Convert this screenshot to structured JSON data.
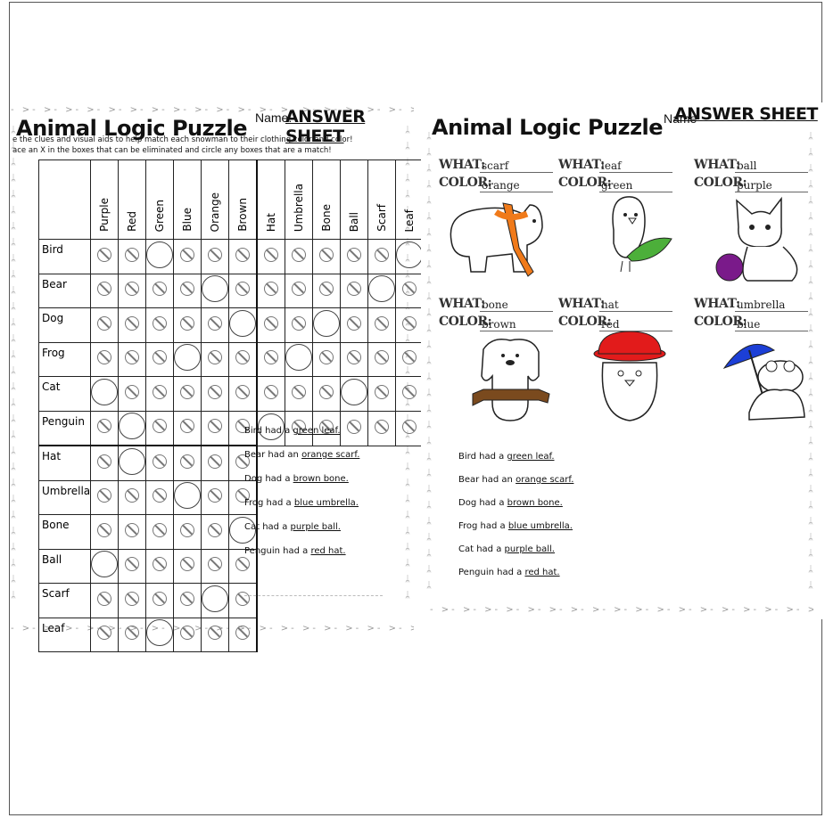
{
  "left_sheet": {
    "title": "Animal Logic Puzzle",
    "name_label": "Name:",
    "answer_label": "ANSWER SHEET",
    "instructions": [
      "e the clues and visual aids to help match each snowman to their clothing color and color!",
      "ace an X in the boxes that can be eliminated and circle any boxes that are a match!"
    ],
    "columns": [
      "Purple",
      "Red",
      "Green",
      "Blue",
      "Orange",
      "Brown",
      "Hat",
      "Umbrella",
      "Bone",
      "Ball",
      "Scarf",
      "Leaf"
    ],
    "rows_animals": [
      "Bird",
      "Bear",
      "Dog",
      "Frog",
      "Cat",
      "Penguin"
    ],
    "rows_items": [
      "Hat",
      "Umbrella",
      "Bone",
      "Ball",
      "Scarf",
      "Leaf"
    ],
    "clues": [
      {
        "pre": "Bird had a ",
        "u": "green leaf."
      },
      {
        "pre": "Bear had an ",
        "u": "orange scarf."
      },
      {
        "pre": "Dog had a ",
        "u": "brown bone."
      },
      {
        "pre": "Frog had a ",
        "u": "blue umbrella."
      },
      {
        "pre": "Cat had a ",
        "u": "purple ball."
      },
      {
        "pre": "Penguin had a ",
        "u": "red hat."
      }
    ]
  },
  "right_sheet": {
    "title": "Animal Logic Puzzle",
    "name_label": "Name",
    "answer_label": "ANSWER SHEET",
    "what_label": "WHAT:",
    "color_label": "COLOR:",
    "cards": [
      {
        "what": "scarf",
        "color": "orange",
        "animal": "bear-icon"
      },
      {
        "what": "leaf",
        "color": "green",
        "animal": "bird-icon"
      },
      {
        "what": "ball",
        "color": "purple",
        "animal": "cat-icon"
      },
      {
        "what": "bone",
        "color": "brown",
        "animal": "dog-icon"
      },
      {
        "what": "hat",
        "color": "red",
        "animal": "penguin-icon"
      },
      {
        "what": "umbrella",
        "color": "blue",
        "animal": "frog-icon"
      }
    ],
    "clues": [
      {
        "pre": "Bird had a ",
        "u": "green leaf."
      },
      {
        "pre": "Bear had an ",
        "u": "orange scarf."
      },
      {
        "pre": "Dog had a ",
        "u": "brown bone."
      },
      {
        "pre": "Frog had a ",
        "u": "blue umbrella."
      },
      {
        "pre": "Cat had a ",
        "u": "purple ball."
      },
      {
        "pre": "Penguin had a ",
        "u": "red hat."
      }
    ]
  },
  "colors": {
    "scarf": "#f07a1a",
    "leaf": "#4caf3a",
    "ball": "#7a1a8a",
    "bone": "#7a4a1e",
    "hat": "#e21b1b",
    "umbrella": "#1c3fd6"
  }
}
